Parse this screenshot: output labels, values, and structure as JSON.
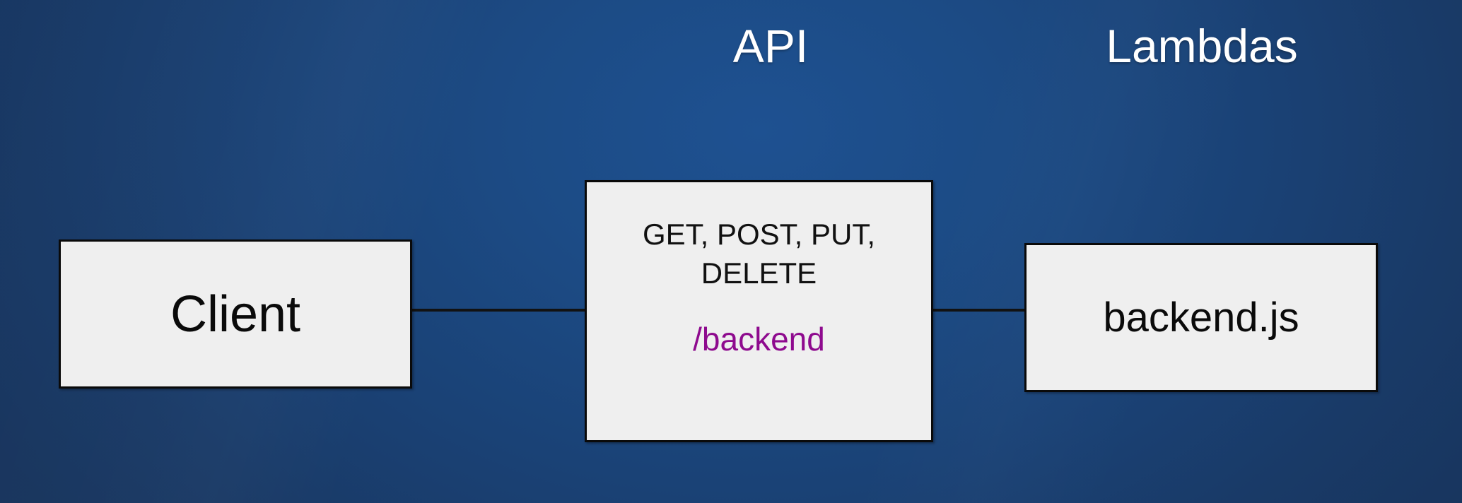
{
  "diagram": {
    "type": "architecture-flow",
    "background_color": "#1C4B85",
    "node_fill_color": "#EFEFEF",
    "node_border_color": "#0A0A0A",
    "connector_color": "#121212",
    "group_labels": [
      {
        "id": "api",
        "text": "API",
        "color": "#FFFFFF"
      },
      {
        "id": "lambdas",
        "text": "Lambdas",
        "color": "#FFFFFF"
      }
    ],
    "nodes": [
      {
        "id": "client",
        "label": "Client"
      },
      {
        "id": "api-gateway",
        "methods": "GET, POST, PUT, DELETE",
        "methods_line_1": "GET, POST, PUT,",
        "methods_line_2": "DELETE",
        "route": "/backend",
        "route_color": "#8E0A8E"
      },
      {
        "id": "backend-lambda",
        "label": "backend.js"
      }
    ],
    "connectors": [
      {
        "id": "client-to-api",
        "from": "client",
        "to": "api-gateway"
      },
      {
        "id": "api-to-backend",
        "from": "api-gateway",
        "to": "backend-lambda"
      }
    ]
  }
}
